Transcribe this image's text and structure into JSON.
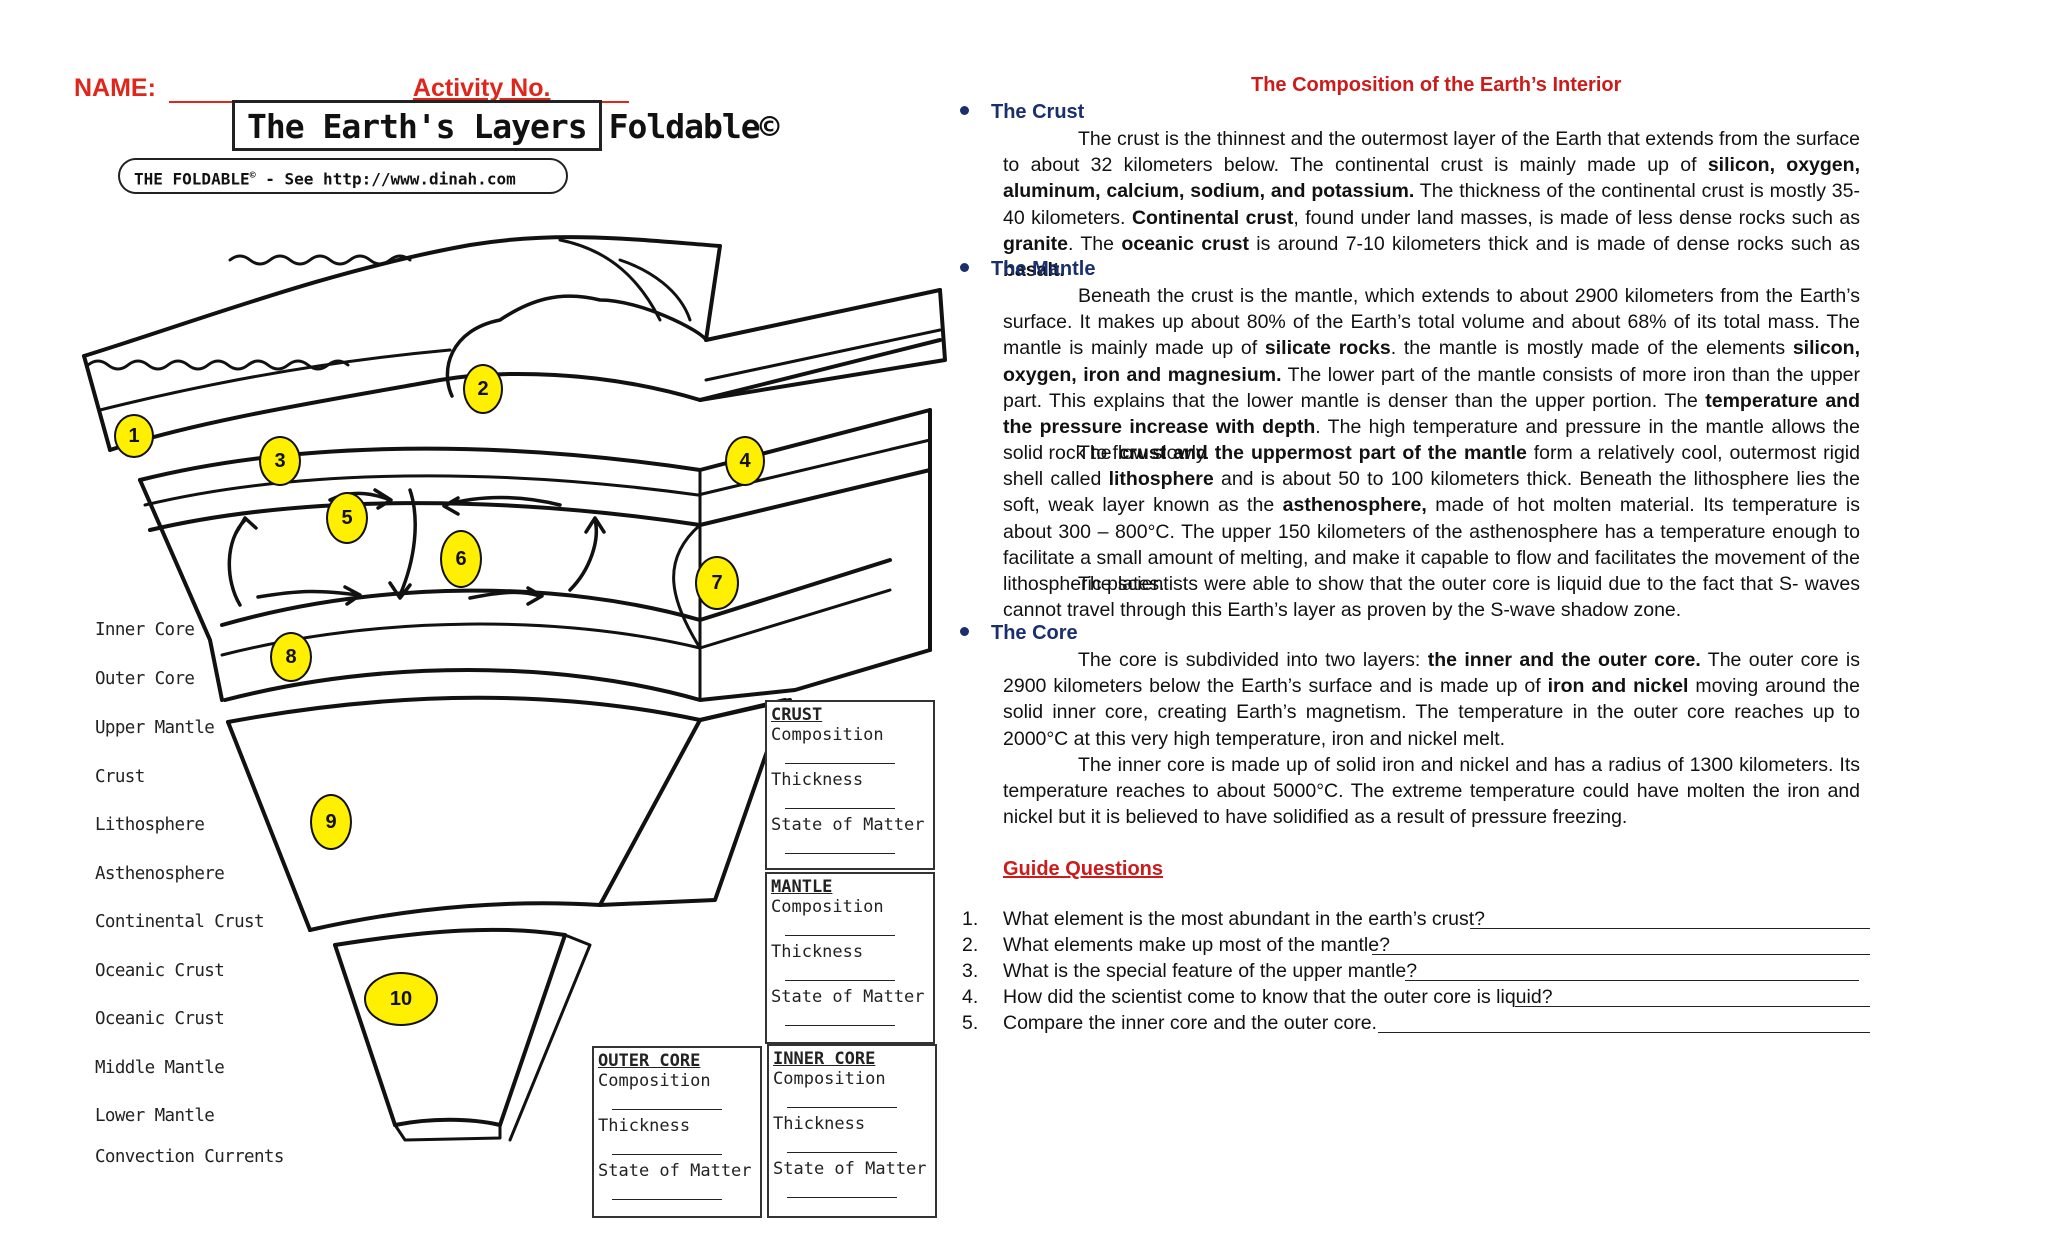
{
  "header": {
    "name_label": "NAME:",
    "activity_label": "Activity No."
  },
  "foldable": {
    "title_main": "The Earth's Layers",
    "title_rest": "Foldable©",
    "subtitle_prefix": "THE FOLDABLE",
    "subtitle_mark": "©",
    "subtitle_suffix": " - See http://www.dinah.com"
  },
  "labels": [
    "Inner Core",
    "Outer Core",
    "Upper Mantle",
    "Crust",
    "Lithosphere",
    "Asthenosphere",
    "Continental Crust",
    "Oceanic Crust",
    "Oceanic Crust",
    "Middle Mantle",
    "Lower Mantle",
    "Convection Currents"
  ],
  "markers": [
    "1",
    "2",
    "3",
    "4",
    "5",
    "6",
    "7",
    "8",
    "9",
    "10"
  ],
  "boxes": {
    "crust": {
      "title": "CRUST",
      "f1": "Composition",
      "f2": "Thickness",
      "f3": "State of Matter"
    },
    "mantle": {
      "title": "MANTLE",
      "f1": "Composition",
      "f2": "Thickness",
      "f3": "State of Matter"
    },
    "outer": {
      "title": "OUTER CORE",
      "f1": "Composition",
      "f2": "Thickness",
      "f3": "State of Matter"
    },
    "inner": {
      "title": "INNER CORE",
      "f1": "Composition",
      "f2": "Thickness",
      "f3": "State of Matter"
    }
  },
  "doc": {
    "title": "The Composition of the Earth’s Interior",
    "crust_head": "The Crust",
    "crust_p": [
      {
        "t": "The crust is the thinnest and the outermost layer of the Earth that extends from the surface to about 32 kilometers below. The continental crust is mainly made up of "
      },
      {
        "b": "silicon, oxygen, aluminum, calcium, sodium, and potassium."
      },
      {
        "t": " The thickness of the continental crust is mostly 35-40 kilometers. "
      },
      {
        "b": "Continental crust"
      },
      {
        "t": ", found under land masses, is made of less dense rocks such as "
      },
      {
        "b": "granite"
      },
      {
        "t": ". The "
      },
      {
        "b": "oceanic crust"
      },
      {
        "t": " is around 7-10 kilometers thick and is made of dense rocks such as "
      },
      {
        "b": "basalt."
      }
    ],
    "mantle_head": "The Mantle",
    "mantle_p1": [
      {
        "t": "Beneath the crust is the mantle, which extends to about 2900 kilometers from the Earth’s surface. It makes up about 80% of the Earth’s total volume and about 68% of its total mass. The mantle is mainly made up of "
      },
      {
        "b": "silicate rocks"
      },
      {
        "t": ". the mantle is mostly made of the elements "
      },
      {
        "b": "silicon, oxygen,  iron and magnesium."
      },
      {
        "t": " The lower part of the mantle consists of more iron than the upper part. This explains that the lower mantle is denser than the upper portion. The "
      },
      {
        "b": "temperature and the pressure increase with depth"
      },
      {
        "t": ". The high temperature and pressure in the mantle allows the solid rock to flow slowly."
      }
    ],
    "mantle_p2": [
      {
        "t": "The "
      },
      {
        "b": "crust and the uppermost part of the mantle"
      },
      {
        "t": " form a relatively cool, outermost rigid shell called "
      },
      {
        "b": "lithosphere"
      },
      {
        "t": " and is about 50 to 100 kilometers thick. Beneath the lithosphere lies the soft, weak layer known as the "
      },
      {
        "b": "asthenosphere,"
      },
      {
        "t": " made of hot molten material. Its temperature is about 300 – 800°C. The upper 150 kilometers of the asthenosphere has a temperature enough to facilitate a small amount of melting, and make it capable to flow and facilitates the movement of the lithospheric plates."
      }
    ],
    "mantle_p3": [
      {
        "t": "The scientists were able to show that the outer core is liquid due to the fact that S- waves cannot travel through this Earth’s layer as proven by the S-wave shadow zone."
      }
    ],
    "core_head": "The Core",
    "core_p1": [
      {
        "t": "The core is subdivided into two layers: "
      },
      {
        "b": "the inner and the outer core."
      },
      {
        "t": " The outer core is 2900 kilometers below the Earth’s surface and is made up of "
      },
      {
        "b": "iron and nickel"
      },
      {
        "t": " moving around the solid inner core, creating Earth’s magnetism. The temperature in the outer core reaches up to 2000°C at this very high temperature, iron and nickel melt."
      }
    ],
    "core_p2": [
      {
        "t": "The inner core is made up of solid iron and nickel and has a radius of 1300 kilometers. Its temperature reaches to about 5000°C. The extreme temperature could have molten the iron and nickel but it is believed to have solidified as a result of pressure freezing."
      }
    ],
    "guide_title": "Guide Questions",
    "questions": [
      {
        "n": "1.",
        "q": "What element is the most abundant in the earth’s crust?"
      },
      {
        "n": "2.",
        "q": "What elements make up most of the mantle?"
      },
      {
        "n": "3.",
        "q": "What is the special feature of the upper mantle?"
      },
      {
        "n": "4.",
        "q": "How did the scientist come to know that the outer core is liquid?"
      },
      {
        "n": "5.",
        "q": "Compare the inner core and the outer core."
      }
    ]
  }
}
